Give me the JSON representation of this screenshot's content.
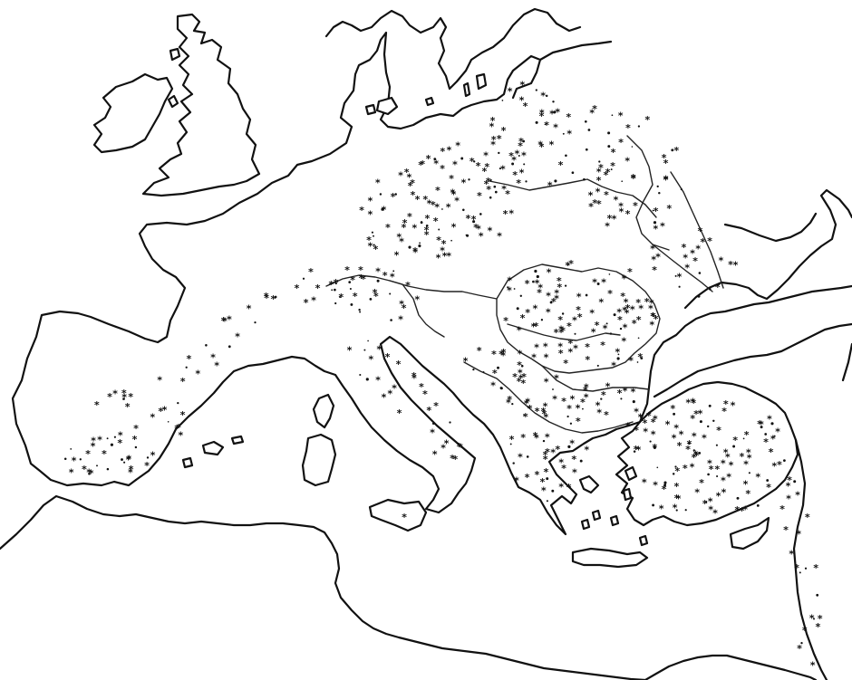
{
  "map": {
    "subject": "distribution-map-europe-mediterranean",
    "colors": {
      "background": "#ffffff",
      "coastline": "#111111",
      "border": "#222222",
      "symbol": "#111111"
    },
    "symbol": {
      "icon": "asterisk-marker",
      "glyph": "*"
    },
    "regions": [
      {
        "name": "iberia-south",
        "density": "dense"
      },
      {
        "name": "iberia-east",
        "density": "medium"
      },
      {
        "name": "pyrenees-cevennes",
        "density": "medium"
      },
      {
        "name": "alps",
        "density": "dense"
      },
      {
        "name": "central-europe",
        "density": "dense"
      },
      {
        "name": "baltic-coast",
        "density": "medium"
      },
      {
        "name": "eastern-europe",
        "density": "medium"
      },
      {
        "name": "ukraine",
        "density": "medium"
      },
      {
        "name": "carpathian-basin",
        "density": "dense"
      },
      {
        "name": "balkans",
        "density": "dense"
      },
      {
        "name": "italy-apennines",
        "density": "medium"
      },
      {
        "name": "sicily",
        "density": "sparse"
      },
      {
        "name": "greece",
        "density": "dense"
      },
      {
        "name": "anatolia",
        "density": "dense"
      },
      {
        "name": "levant",
        "density": "medium"
      }
    ]
  }
}
